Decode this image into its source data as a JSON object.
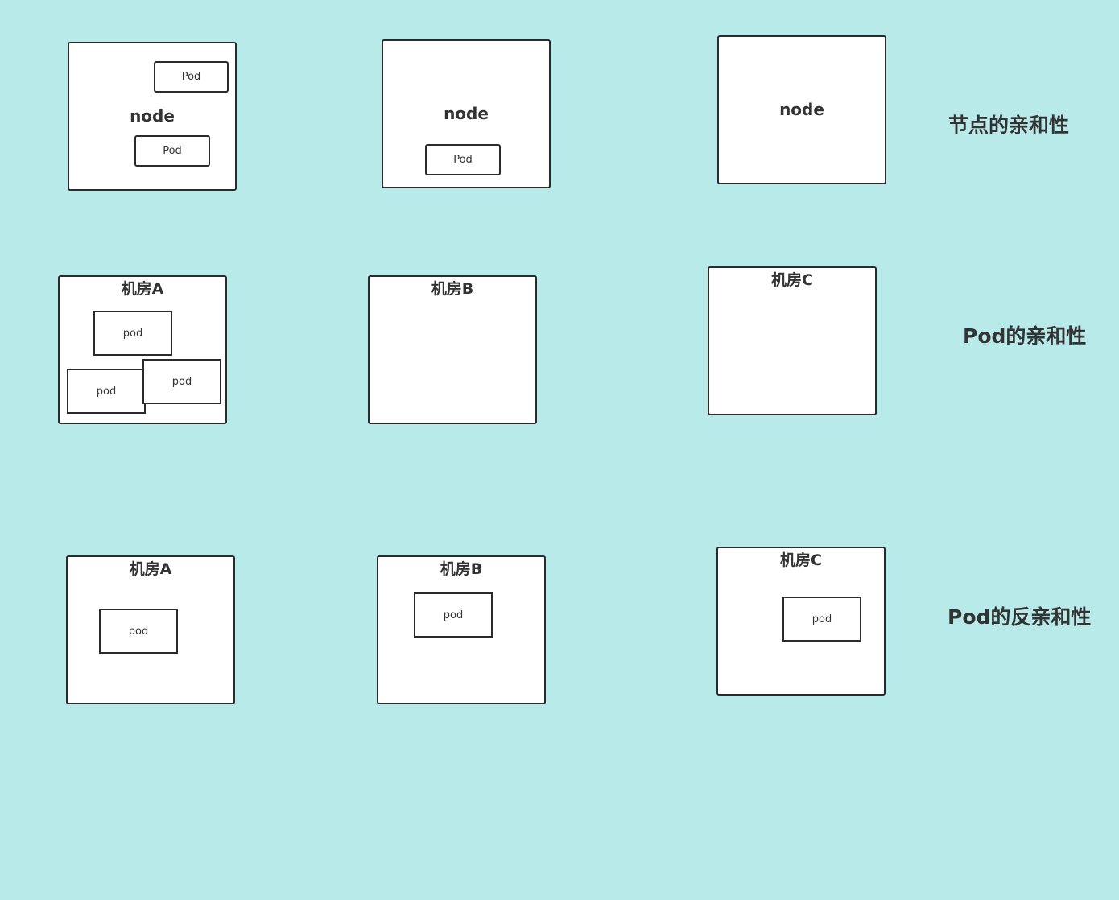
{
  "row1": {
    "label": "节点的亲和性",
    "nodes": [
      {
        "label": "node",
        "pods": [
          "Pod",
          "Pod"
        ]
      },
      {
        "label": "node",
        "pods": [
          "Pod"
        ]
      },
      {
        "label": "node",
        "pods": []
      }
    ]
  },
  "row2": {
    "label": "Pod的亲和性",
    "rooms": [
      {
        "label": "机房A",
        "pods": [
          "pod",
          "pod",
          "pod"
        ]
      },
      {
        "label": "机房B",
        "pods": []
      },
      {
        "label": "机房C",
        "pods": []
      }
    ]
  },
  "row3": {
    "label": "Pod的反亲和性",
    "rooms": [
      {
        "label": "机房A",
        "pods": [
          "pod"
        ]
      },
      {
        "label": "机房B",
        "pods": [
          "pod"
        ]
      },
      {
        "label": "机房C",
        "pods": [
          "pod"
        ]
      }
    ]
  }
}
